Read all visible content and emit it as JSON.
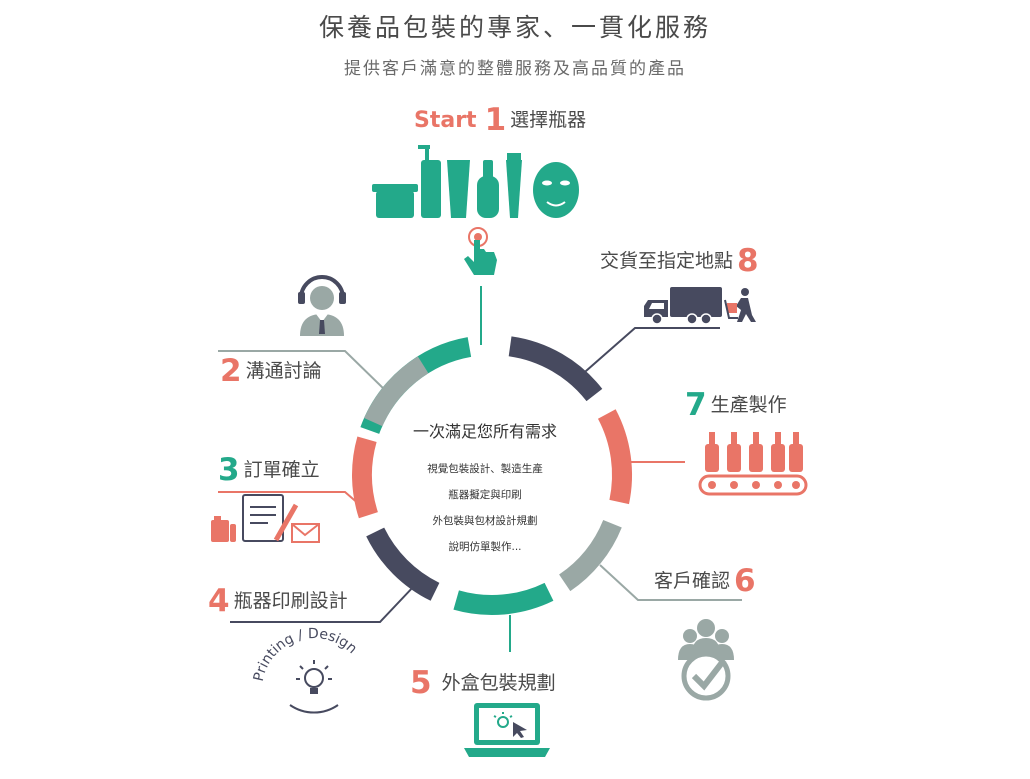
{
  "title": "保養品包裝的專家、一貫化服務",
  "subtitle": "提供客戶滿意的整體服務及高品質的產品",
  "colors": {
    "teal": "#23a98a",
    "coral": "#e97567",
    "navy": "#474a5f",
    "gray": "#9aa8a5",
    "text": "#4a4a4a"
  },
  "steps": [
    {
      "start_label": "Start",
      "num": "1",
      "label": "選擇瓶器",
      "color": "teal",
      "icon": "bottles-icon"
    },
    {
      "num": "2",
      "label": "溝通討論",
      "color": "coral",
      "icon": "headset-agent-icon"
    },
    {
      "num": "3",
      "label": "訂單確立",
      "color": "teal",
      "icon": "order-documents-icon"
    },
    {
      "num": "4",
      "label": "瓶器印刷設計",
      "color": "coral",
      "icon": "printing-design-icon"
    },
    {
      "num": "5",
      "label": "外盒包裝規劃",
      "color": "coral",
      "icon": "laptop-icon"
    },
    {
      "num": "6",
      "label": "客戶確認",
      "color": "coral",
      "icon": "customer-check-icon"
    },
    {
      "num": "7",
      "label": "生產製作",
      "color": "teal",
      "icon": "conveyor-bottles-icon"
    },
    {
      "num": "8",
      "label": "交貨至指定地點",
      "color": "coral",
      "icon": "delivery-truck-icon"
    }
  ],
  "center": {
    "title": "一次滿足您所有需求",
    "items": [
      "視覺包裝設計、製造生產",
      "瓶器擬定與印刷",
      "外包裝與包材設計規劃",
      "說明仿單製作..."
    ]
  },
  "printing_icon_text": "Printing / Design"
}
